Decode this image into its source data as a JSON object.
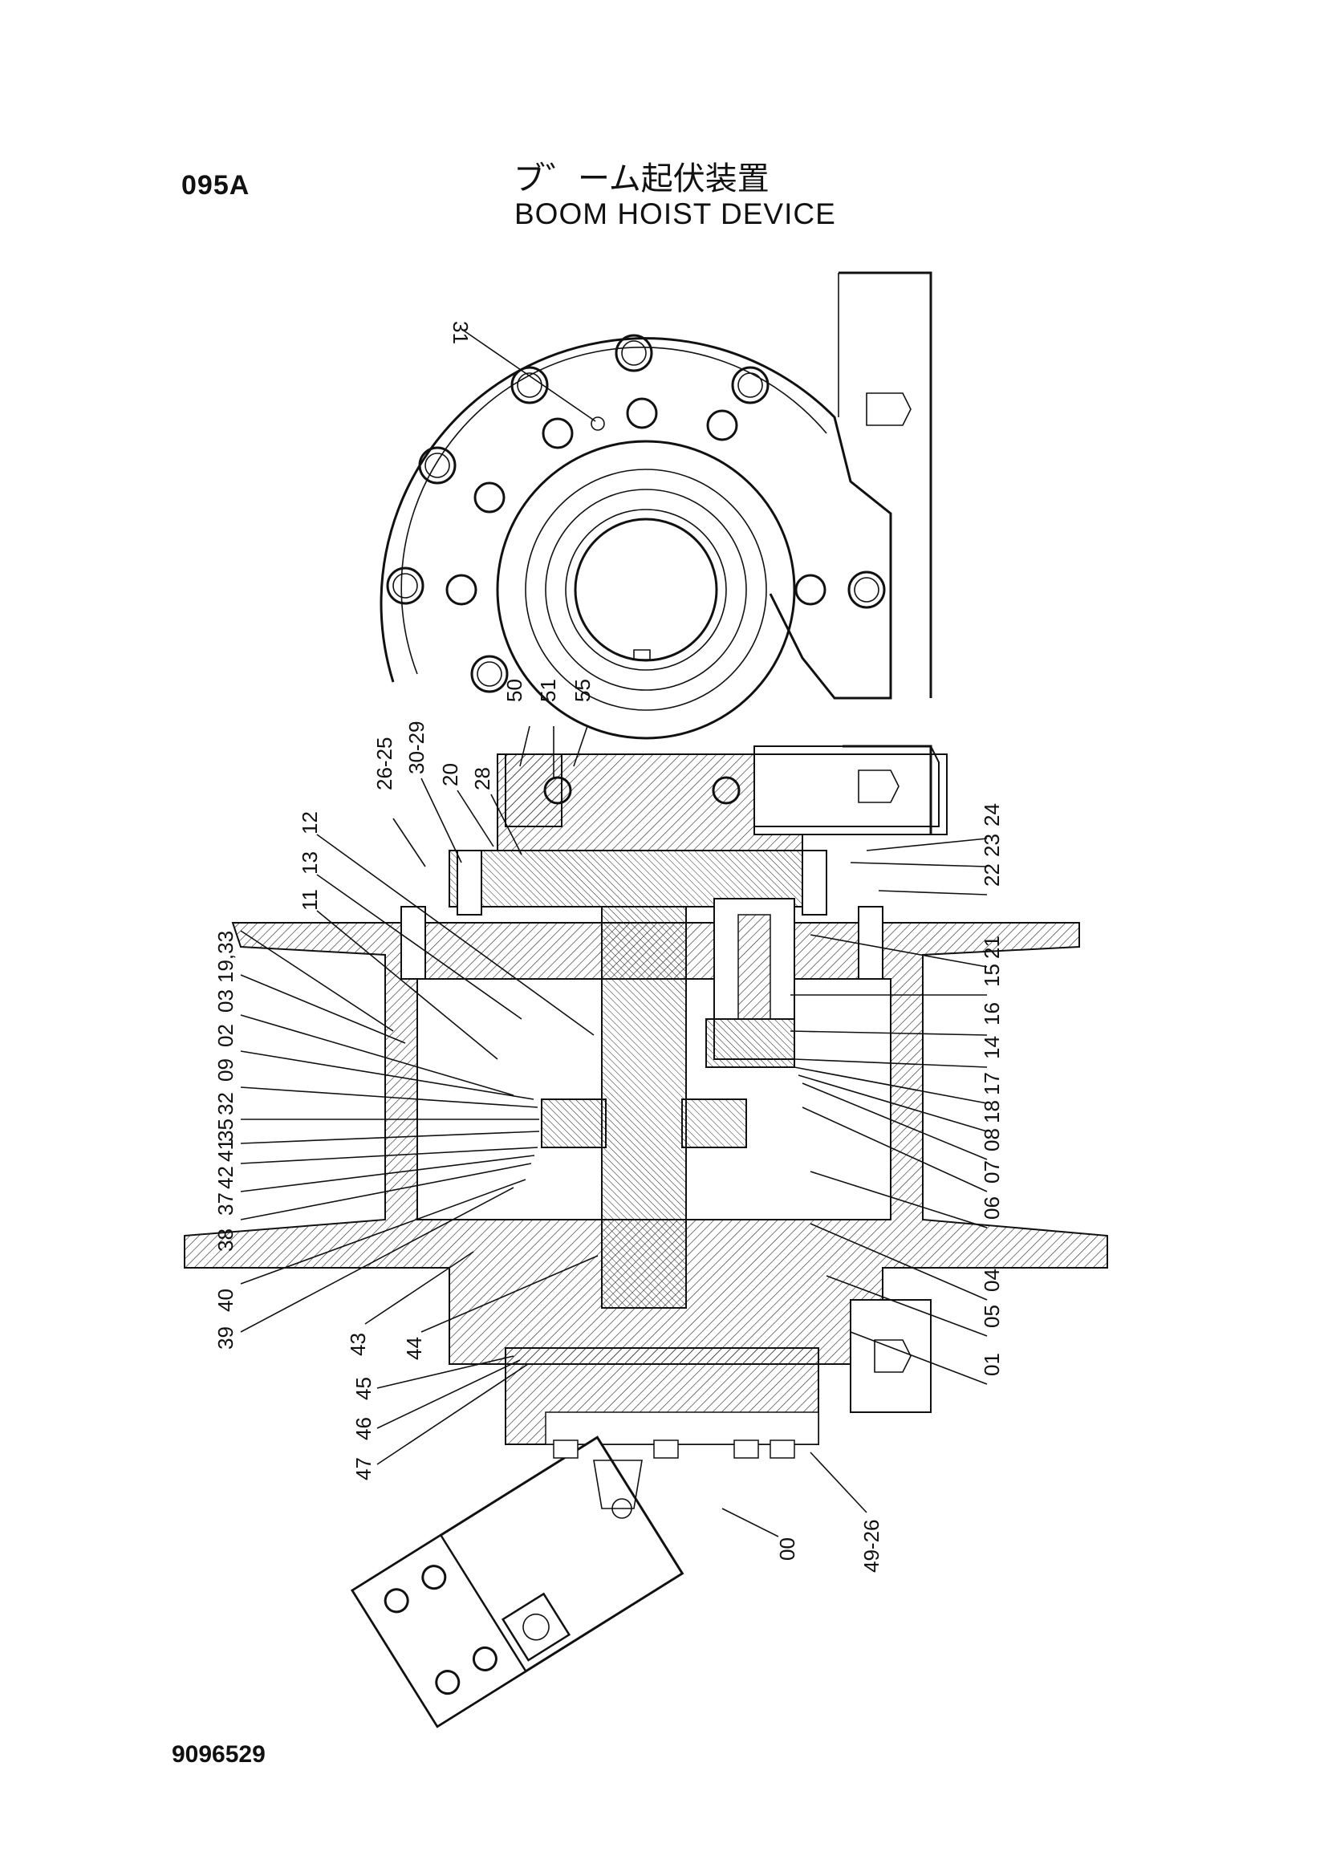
{
  "header": {
    "page_code": "095A",
    "title_jp": "ブ゛ーム起伏装置",
    "title_en": "BOOM HOIST DEVICE"
  },
  "footer": {
    "drawing_number": "9096529"
  },
  "callouts": {
    "c31": "31",
    "c50": "50",
    "c51": "51",
    "c55": "55",
    "c26_25": "26-25",
    "c30_29": "30-29",
    "c20": "20",
    "c28": "28",
    "c12": "12",
    "c13": "13",
    "c11": "11",
    "c19_33": "19,33",
    "c03": "03",
    "c02": "02",
    "c09": "09",
    "c32": "32",
    "c35": "35",
    "c41": "41",
    "c42": "42",
    "c37": "37",
    "c38": "38",
    "c40": "40",
    "c39": "39",
    "c43": "43",
    "c44": "44",
    "c45": "45",
    "c46": "46",
    "c47": "47",
    "c24": "24",
    "c23": "23",
    "c22": "22",
    "c21": "21",
    "c15": "15",
    "c16": "16",
    "c14": "14",
    "c17": "17",
    "c18": "18",
    "c08": "08",
    "c07": "07",
    "c06": "06",
    "c04": "04",
    "c05": "05",
    "c01": "01",
    "c00": "00",
    "c49_26": "49-26"
  }
}
